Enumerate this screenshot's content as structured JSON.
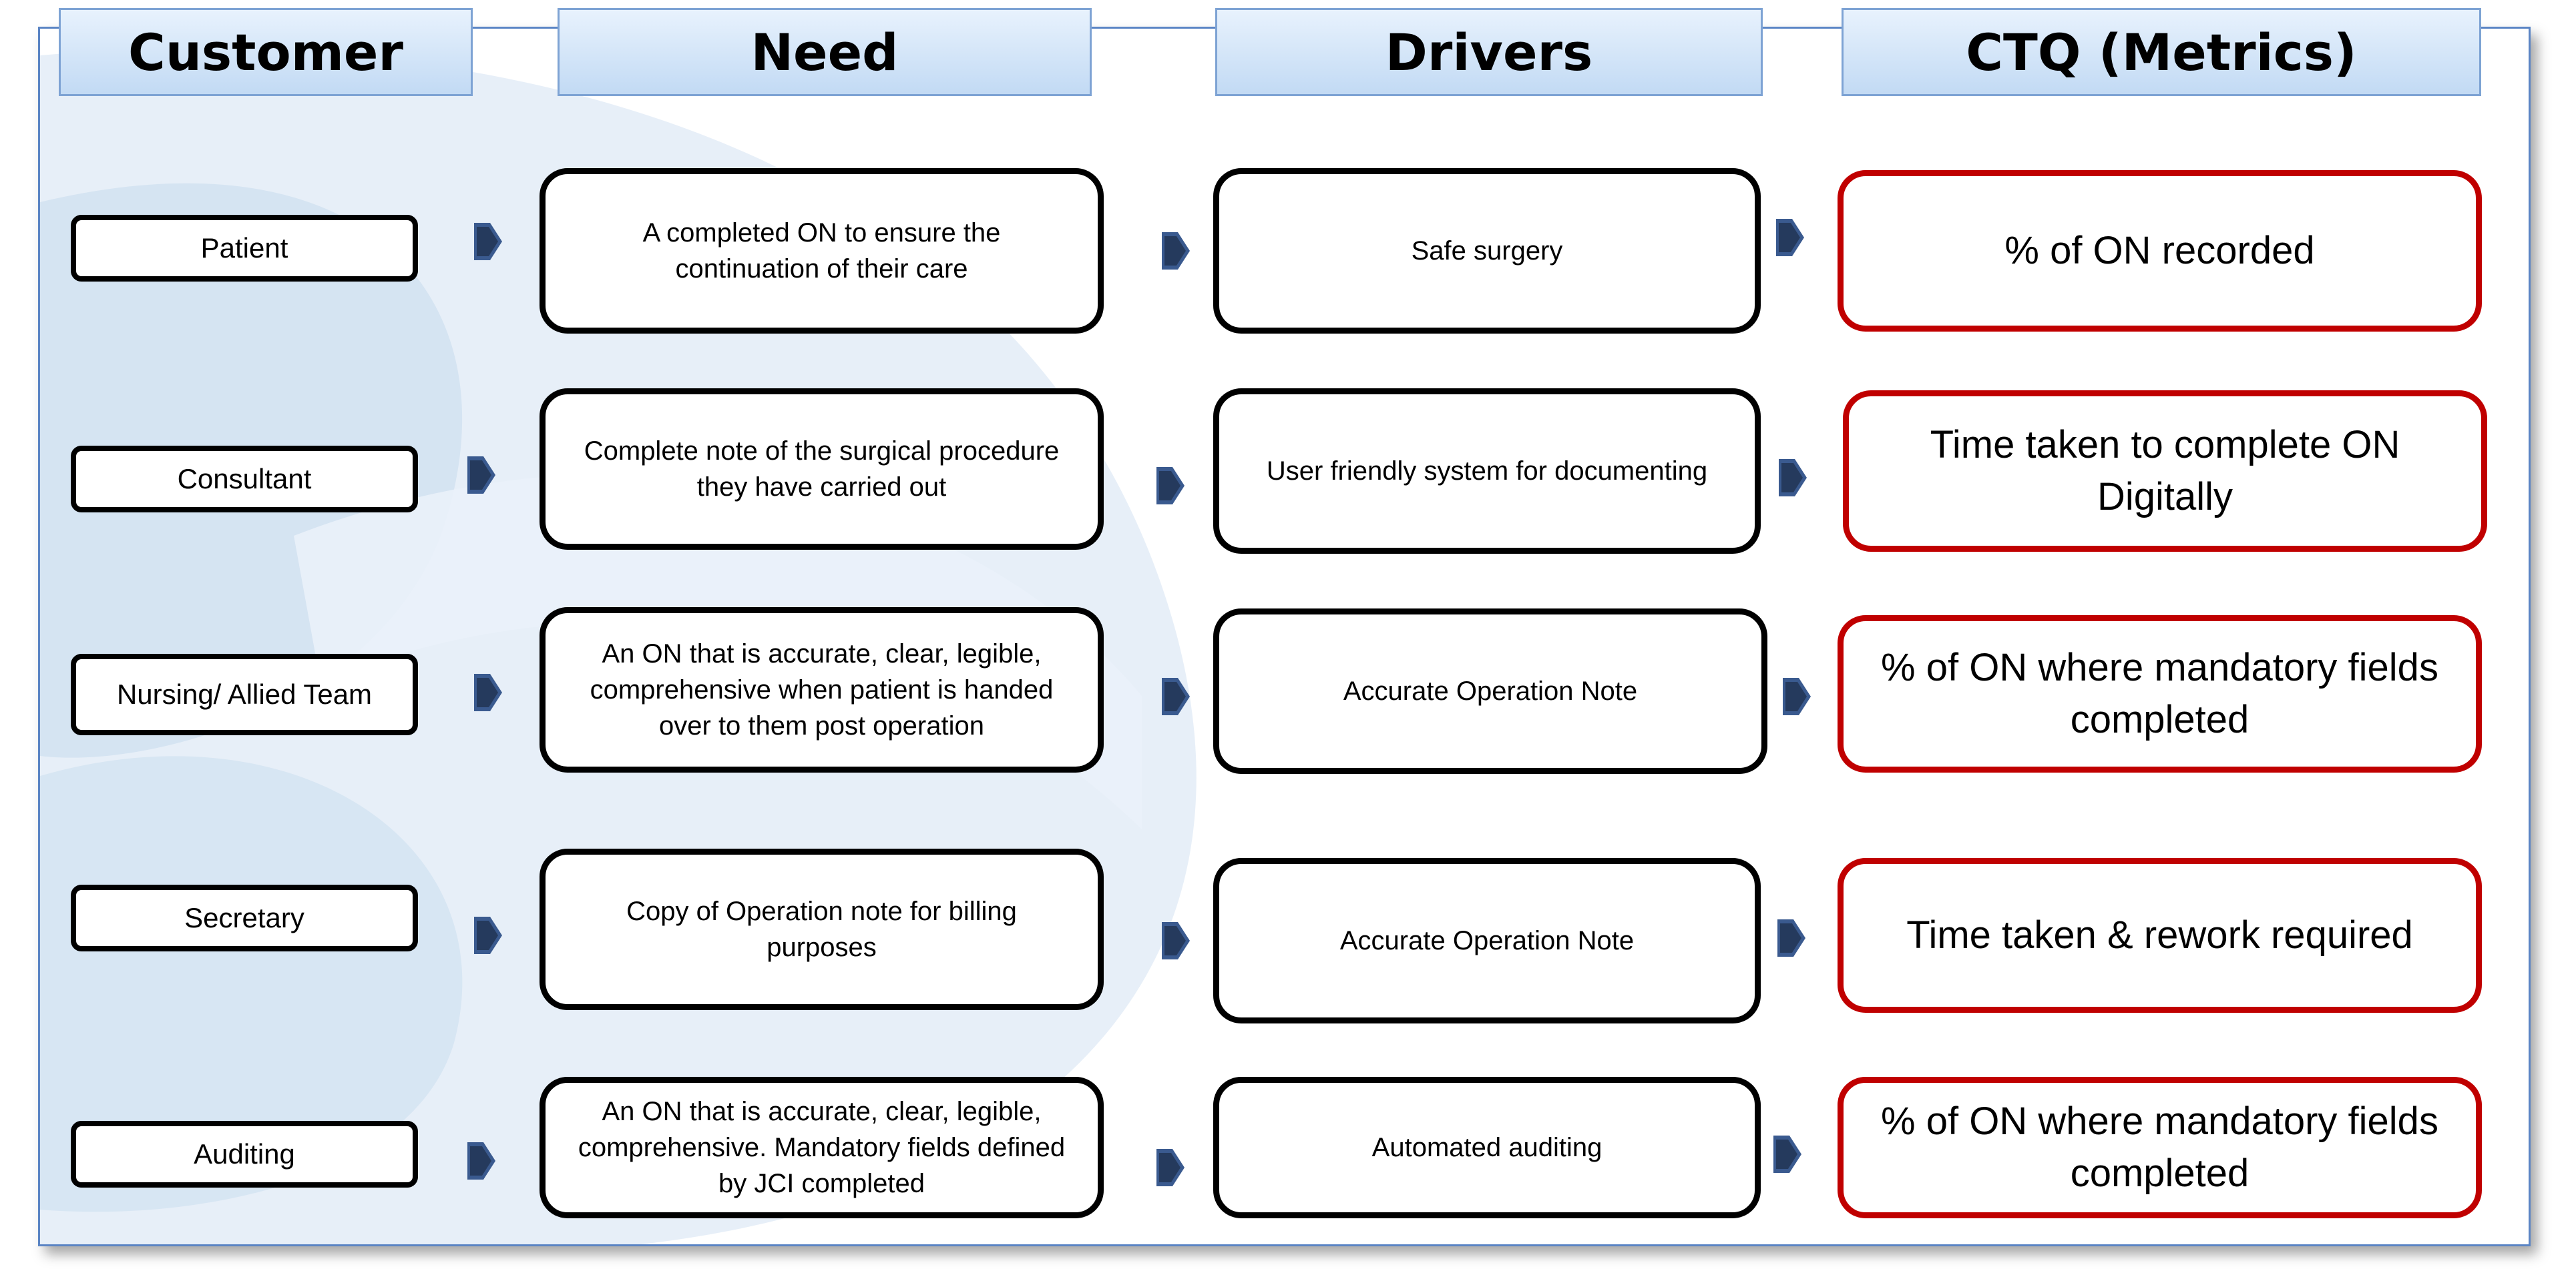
{
  "colors": {
    "header_fill_top": "#e8f2fd",
    "header_fill_bottom": "#c2daf4",
    "header_border": "#7ea3d4",
    "frame_border": "#5a84c4",
    "ctq_border": "#c00000",
    "arrow": "#3a5a8f",
    "swoosh": "#c9dcef"
  },
  "headers": {
    "customer": "Customer",
    "need": "Need",
    "drivers": "Drivers",
    "ctq": "CTQ (Metrics)"
  },
  "rows": [
    {
      "customer": "Patient",
      "need": "A completed ON to ensure the continuation of their care",
      "driver": "Safe surgery",
      "ctq": "% of ON recorded"
    },
    {
      "customer": "Consultant",
      "need": "Complete note of the surgical procedure they have carried out",
      "driver": "User friendly system for documenting",
      "ctq": "Time taken to complete ON Digitally"
    },
    {
      "customer": "Nursing/ Allied Team",
      "need": "An ON that is accurate, clear, legible, comprehensive when patient is handed over to them post operation",
      "driver": "Accurate Operation Note",
      "ctq": "% of ON where mandatory fields completed"
    },
    {
      "customer": "Secretary",
      "need": "Copy of Operation note for billing purposes",
      "driver": "Accurate Operation Note",
      "ctq": "Time taken & rework required"
    },
    {
      "customer": "Auditing",
      "need": "An ON that is accurate, clear, legible, comprehensive. Mandatory fields defined by JCI completed",
      "driver": "Automated auditing",
      "ctq": "% of ON where mandatory fields completed"
    }
  ],
  "icons": {
    "connector": "right-arrow-icon"
  }
}
